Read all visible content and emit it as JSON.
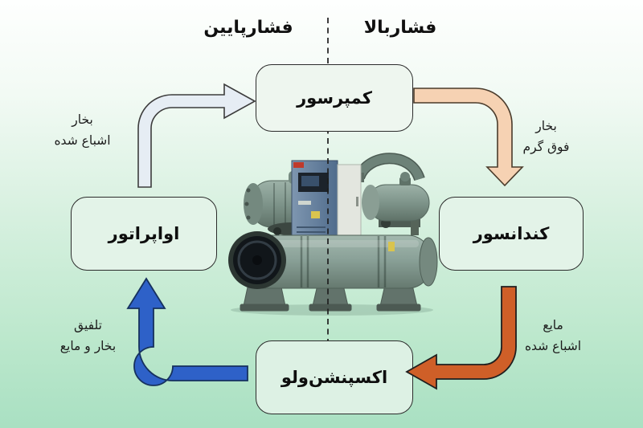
{
  "diagram": {
    "top_labels": {
      "low_pressure": "فشارپایین",
      "high_pressure": "فشاربالا"
    },
    "boxes": {
      "compressor": "کمپرسور",
      "condenser": "کندانسور",
      "expansion_valve": "اکسپنشن‌ولو",
      "evaporator": "اواپراتور"
    },
    "arrow_labels": {
      "saturated_vapor": {
        "line1": "بخار",
        "line2": "اشباع شده"
      },
      "superheated_vapor": {
        "line1": "بخار",
        "line2": "فوق گرم"
      },
      "saturated_liquid": {
        "line1": "مایع",
        "line2": "اشباع شده"
      },
      "vapor_liquid_mix": {
        "line1": "تلفیق",
        "line2": "بخار و مایع"
      }
    },
    "colors": {
      "arrow_saturated_vapor": "#e6edf4",
      "arrow_superheated_vapor": "#f6d2b3",
      "arrow_saturated_liquid": "#cf5f28",
      "arrow_vapor_liquid_mix": "#2e61c8"
    }
  }
}
